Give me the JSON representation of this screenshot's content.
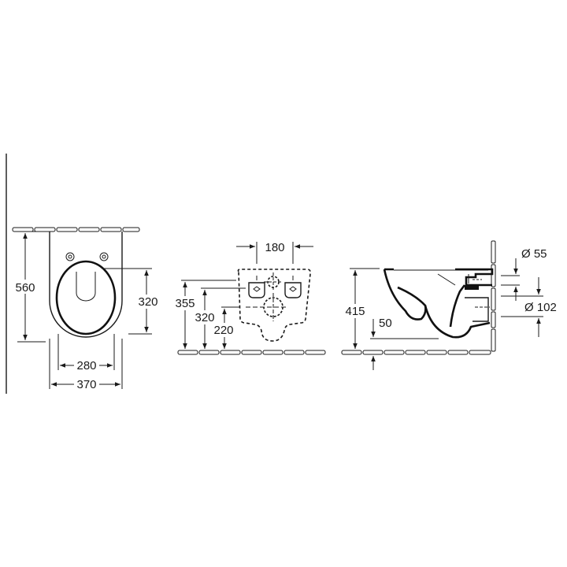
{
  "drawing": {
    "title": "Wall-hung toilet dimension drawing",
    "units": "mm",
    "colors": {
      "line": "#1a1a1a",
      "background": "#ffffff"
    }
  },
  "top_view": {
    "overall_length": "560",
    "seat_opening_length": "320",
    "inner_width": "280",
    "overall_width": "370"
  },
  "wall_view": {
    "fixing_spacing": "180",
    "height_upper_fixing": "355",
    "height_lower_fixing": "320",
    "height_waste_center": "220"
  },
  "side_view": {
    "rim_height": "415",
    "clearance": "50",
    "inlet_diameter": "Ø 55",
    "outlet_diameter": "Ø 102"
  }
}
